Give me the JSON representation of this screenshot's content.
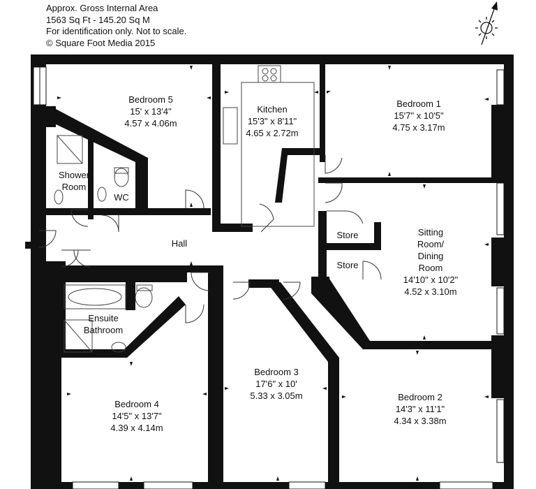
{
  "info": {
    "line1": "Approx. Gross Internal Area",
    "line2": "1563 Sq Ft  -  145.20 Sq M",
    "line3": "For identification only. Not to scale.",
    "line4": "© Square Foot Media 2015"
  },
  "rooms": {
    "bedroom5": {
      "name": "Bedroom 5",
      "imperial": "15' x 13'4\"",
      "metric": "4.57 x 4.06m"
    },
    "kitchen": {
      "name": "Kitchen",
      "imperial": "15'3\" x 8'11\"",
      "metric": "4.65 x 2.72m"
    },
    "bedroom1": {
      "name": "Bedroom 1",
      "imperial": "15'7\" x 10'5\"",
      "metric": "4.75 x 3.17m"
    },
    "shower": {
      "line1": "Shower",
      "line2": "Room"
    },
    "wc": {
      "name": "WC"
    },
    "hall": {
      "name": "Hall"
    },
    "store1": {
      "name": "Store"
    },
    "store2": {
      "name": "Store"
    },
    "sitting": {
      "line1": "Sitting",
      "line2": "Room/",
      "line3": "Dining",
      "line4": "Room",
      "imperial": "14'10\" x 10'2\"",
      "metric": "4.52 x 3.10m"
    },
    "ensuite": {
      "line1": "Ensuite",
      "line2": "Bathroom"
    },
    "bedroom3": {
      "name": "Bedroom 3",
      "imperial": "17'6\" x 10'",
      "metric": "5.33 x 3.05m"
    },
    "bedroom4": {
      "name": "Bedroom 4",
      "imperial": "14'5\" x 13'7\"",
      "metric": "4.39 x 4.14m"
    },
    "bedroom2": {
      "name": "Bedroom 2",
      "imperial": "14'3\" x 11'1\"",
      "metric": "4.34 x 3.38m"
    }
  },
  "icons": {
    "compass": "compass-north-sun-icon",
    "entrance": "entrance-arrow-icon"
  },
  "colors": {
    "wall": "#111111",
    "background": "#ffffff",
    "fixture": "#444444"
  }
}
